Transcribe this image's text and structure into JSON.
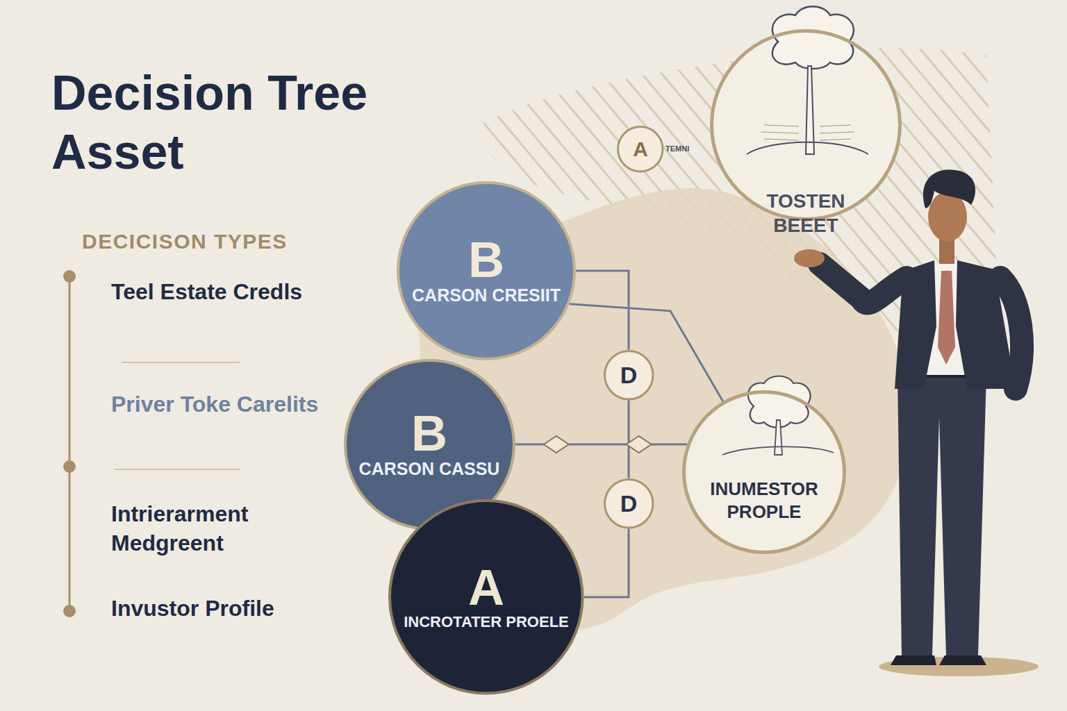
{
  "diagram": {
    "title": "Decision Tree Asset",
    "nodes": [
      {
        "text": [
          "B",
          "CARSON CRESIIT"
        ]
      },
      {
        "text": [
          "B",
          "CARSON CASSU"
        ]
      },
      {
        "text": [
          "A",
          "INCROTATER PROELE"
        ]
      },
      {
        "text": [
          "D"
        ]
      },
      {
        "text": [
          "D"
        ]
      },
      {
        "text": [
          "A"
        ]
      },
      {
        "text": [
          "TOSTEN BEEET"
        ]
      },
      {
        "text": [
          "INUMESTOR PROPLE"
        ]
      }
    ],
    "edges": [
      {
        "from": 0,
        "to": 3,
        "arrow": "none"
      },
      {
        "from": 3,
        "to": 4,
        "arrow": "none"
      },
      {
        "from": 4,
        "to": 2,
        "arrow": "none"
      },
      {
        "from": 0,
        "to": 7,
        "arrow": "none"
      },
      {
        "from": 1,
        "to": 7,
        "arrow": "none"
      }
    ],
    "labels": [
      "DECICISON TYPES",
      "Teel Estate Credls",
      "Priver Toke Carelits",
      "Intrierarment Medgreent",
      "Invustor Profile",
      "TEMNI"
    ]
  }
}
